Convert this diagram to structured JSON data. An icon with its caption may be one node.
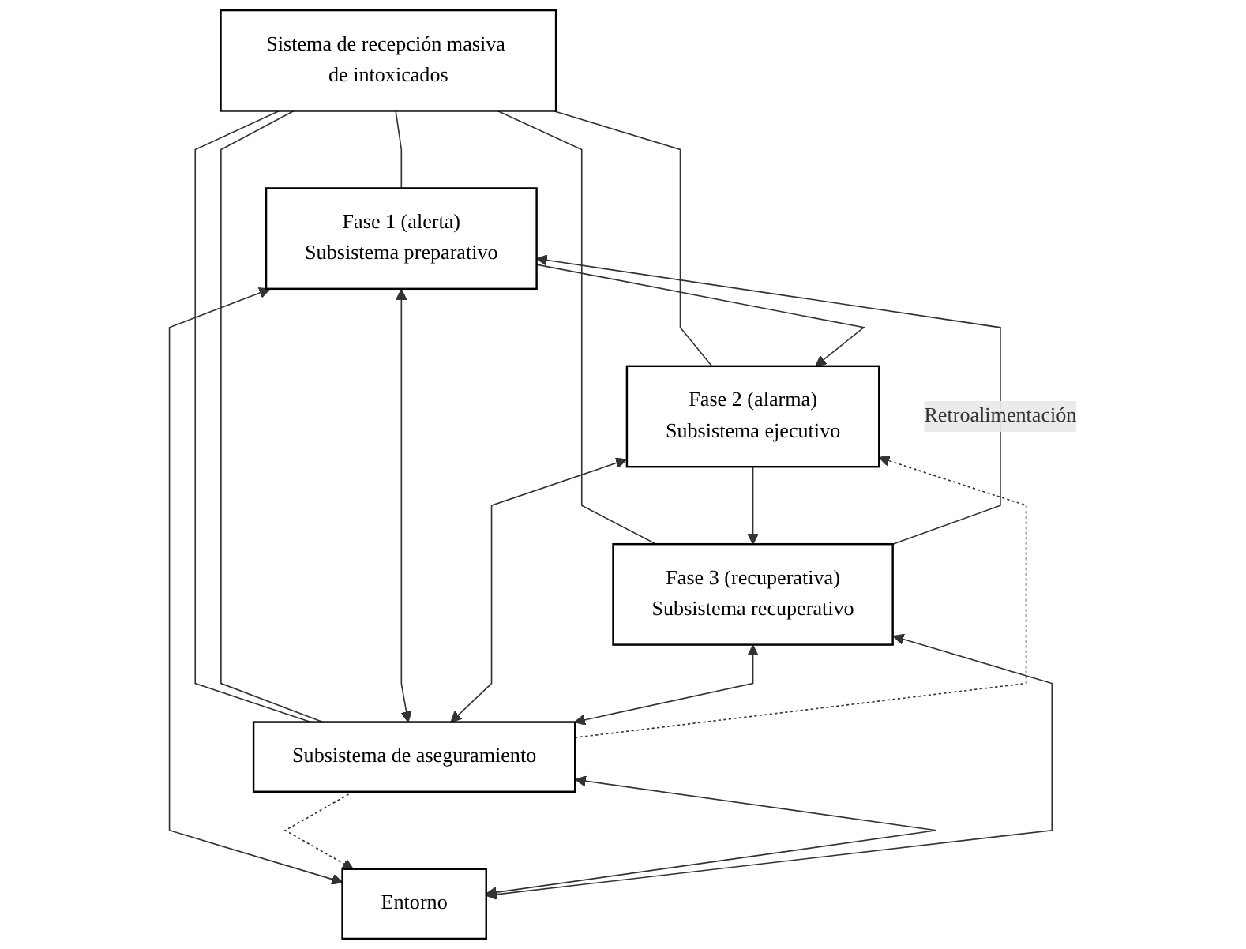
{
  "diagram": {
    "nodes": [
      {
        "text": [
          "Sistema de recepción masiva de intoxicados"
        ]
      },
      {
        "text": [
          "Fase 1 (alerta)",
          "Subsistema preparativo"
        ]
      },
      {
        "text": [
          "Fase 2 (alarma)",
          "Subsistema ejecutivo"
        ]
      },
      {
        "text": [
          "Fase 3 (recuperativa)",
          "Subsistema recuperativo"
        ]
      },
      {
        "text": [
          "Subsistema de aseguramiento"
        ]
      },
      {
        "text": [
          "Entorno"
        ]
      }
    ],
    "edges": [
      {
        "from": 0,
        "to": 1,
        "arrow": "none"
      },
      {
        "from": 0,
        "to": 2,
        "arrow": "none"
      },
      {
        "from": 0,
        "to": 3,
        "arrow": "none"
      },
      {
        "from": 0,
        "to": 4,
        "arrow": "none"
      },
      {
        "from": 0,
        "to": 4,
        "arrow": "none"
      },
      {
        "from": 1,
        "to": 2,
        "arrow": "to"
      },
      {
        "from": 2,
        "to": 3,
        "arrow": "to"
      },
      {
        "from": 1,
        "to": 4,
        "arrow": "both"
      },
      {
        "from": 4,
        "to": 2,
        "arrow": "to",
        "style": "dashed"
      },
      {
        "from": 2,
        "to": 4,
        "arrow": "both"
      },
      {
        "from": 3,
        "to": 4,
        "arrow": "both"
      },
      {
        "from": 1,
        "to": 5,
        "arrow": "both"
      },
      {
        "from": 4,
        "to": 5,
        "arrow": "to",
        "style": "dashed"
      },
      {
        "from": 4,
        "to": 5,
        "arrow": "both"
      },
      {
        "from": 3,
        "to": 5,
        "arrow": "both"
      },
      {
        "from": 3,
        "to": 1,
        "arrow": "to",
        "label": "Retroalimentación"
      }
    ]
  }
}
